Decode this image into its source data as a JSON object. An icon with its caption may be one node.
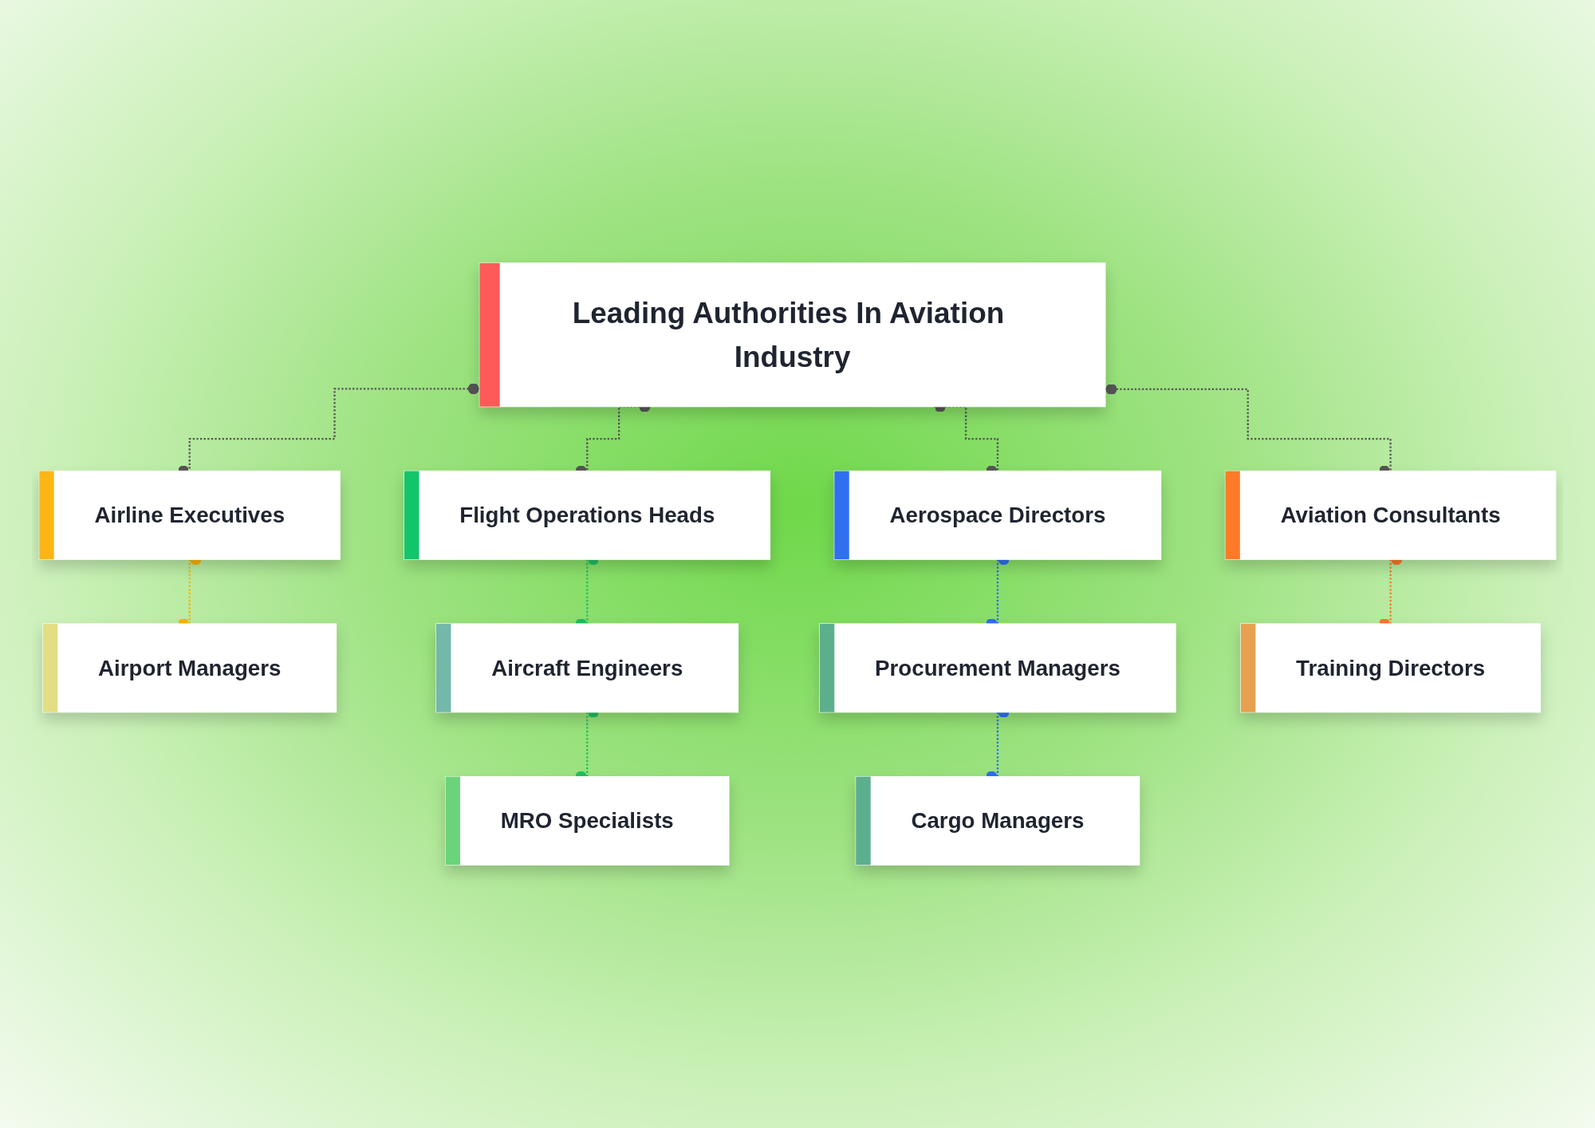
{
  "diagram": {
    "nodes": [
      {
        "text": [
          "Leading Authorities In Aviation Industry"
        ]
      },
      {
        "text": [
          "Airline Executives"
        ]
      },
      {
        "text": [
          "Airport Managers"
        ]
      },
      {
        "text": [
          "Flight Operations Heads"
        ]
      },
      {
        "text": [
          "Aircraft Engineers"
        ]
      },
      {
        "text": [
          "MRO Specialists"
        ]
      },
      {
        "text": [
          "Aerospace Directors"
        ]
      },
      {
        "text": [
          "Procurement Managers"
        ]
      },
      {
        "text": [
          "Cargo Managers"
        ]
      },
      {
        "text": [
          "Aviation Consultants"
        ]
      },
      {
        "text": [
          "Training Directors"
        ]
      }
    ],
    "edges": [
      {
        "from": 0,
        "to": 1,
        "arrow": "other",
        "style": "dashed"
      },
      {
        "from": 0,
        "to": 3,
        "arrow": "other",
        "style": "dashed"
      },
      {
        "from": 0,
        "to": 6,
        "arrow": "other",
        "style": "dashed"
      },
      {
        "from": 0,
        "to": 9,
        "arrow": "other",
        "style": "dashed"
      },
      {
        "from": 1,
        "to": 2,
        "arrow": "other",
        "style": "dashed",
        "color": "#f5b400"
      },
      {
        "from": 3,
        "to": 4,
        "arrow": "other",
        "style": "dashed",
        "color": "#1fbf5f"
      },
      {
        "from": 4,
        "to": 5,
        "arrow": "other",
        "style": "dashed",
        "color": "#1fbf5f"
      },
      {
        "from": 6,
        "to": 7,
        "arrow": "other",
        "style": "dashed",
        "color": "#2d6ff2"
      },
      {
        "from": 7,
        "to": 8,
        "arrow": "other",
        "style": "dashed",
        "color": "#2d6ff2"
      },
      {
        "from": 9,
        "to": 10,
        "arrow": "other",
        "style": "dashed",
        "color": "#f47a2a"
      }
    ]
  }
}
